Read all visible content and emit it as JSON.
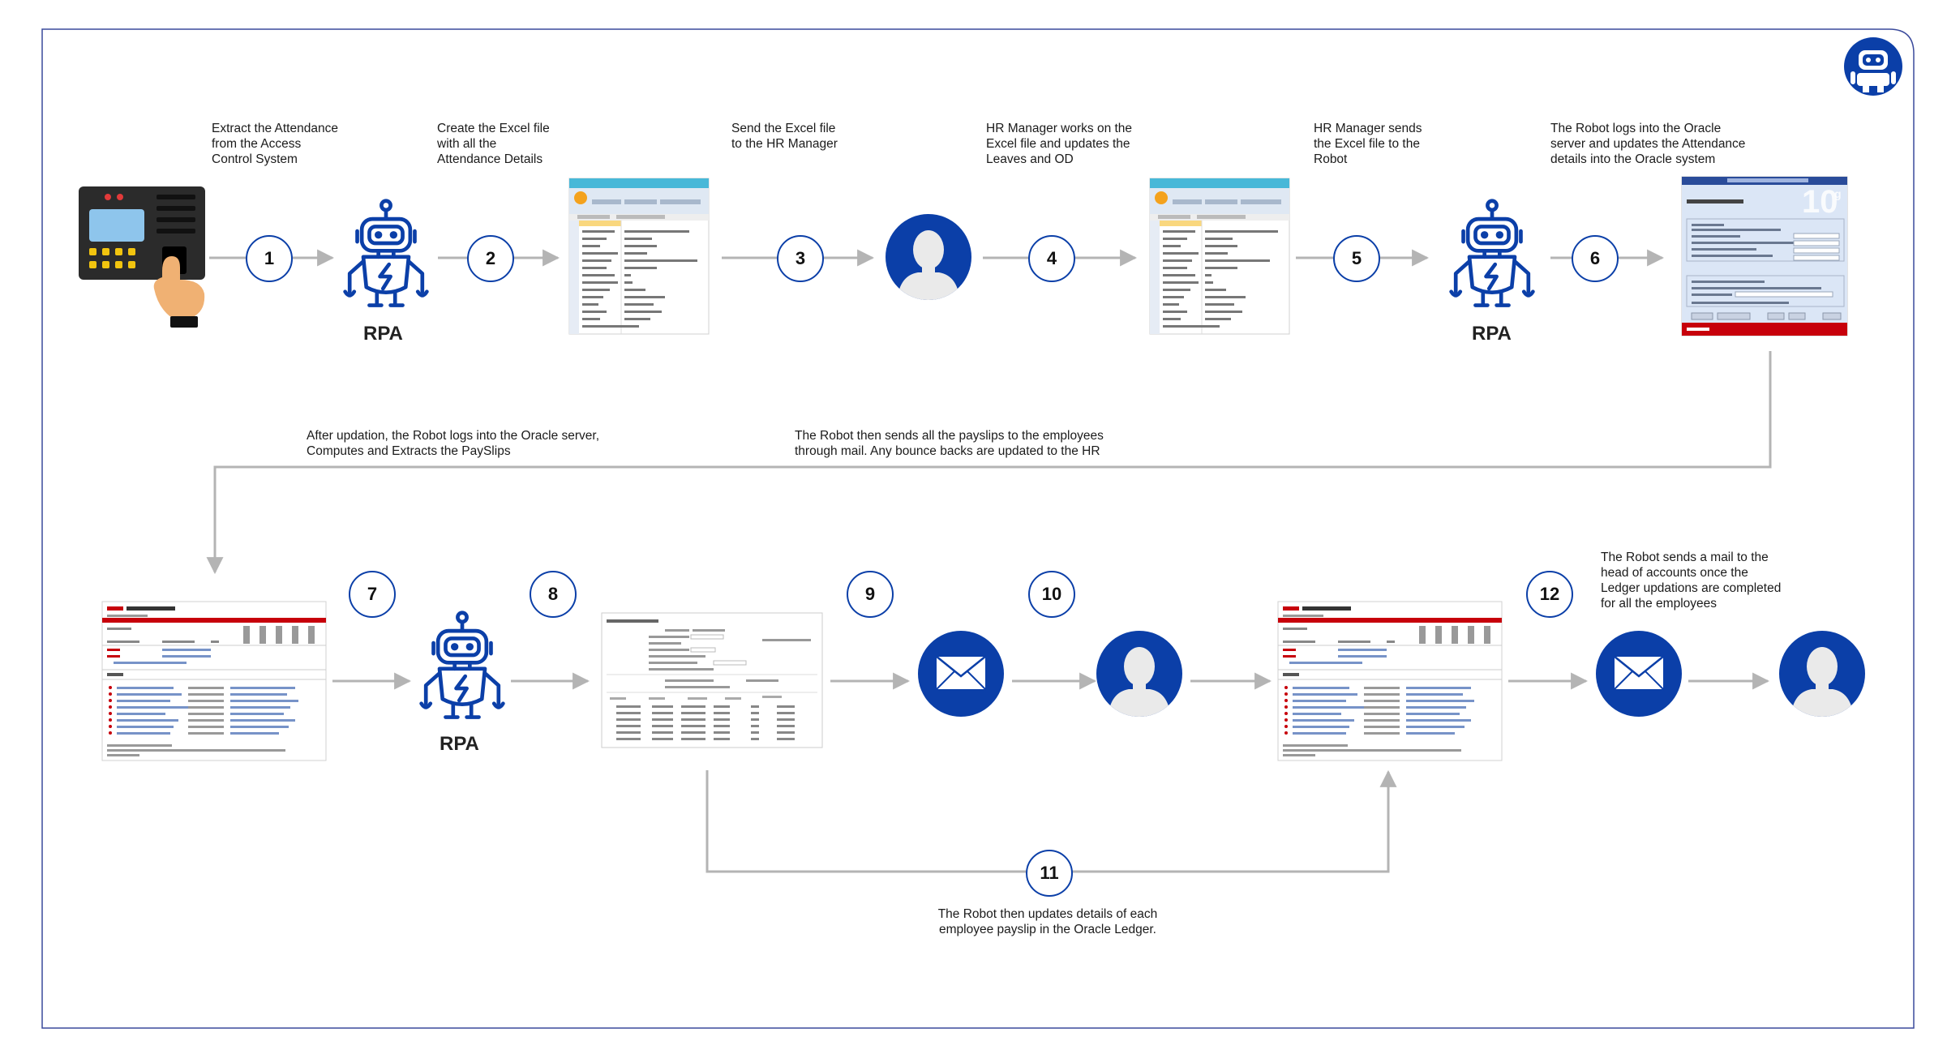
{
  "colors": {
    "accent": "#0b3fa8",
    "arrow": "#b4b4b4",
    "frame": "#3a4a9c",
    "oracle_red": "#c7000b"
  },
  "rpa_label": "RPA",
  "captions": {
    "s1": "Extract the Attendance\nfrom the Access\nControl System",
    "s2": "Create the Excel file\nwith all the\nAttendance Details",
    "s3": "Send the Excel file\nto the HR Manager",
    "s4": "HR Manager works on the\nExcel file and updates the\nLeaves and OD",
    "s5": "HR Manager sends\nthe Excel file to the\nRobot",
    "s6": "The Robot logs into the  Oracle\nserver and updates the Attendance\ndetails into the Oracle system",
    "s7": "After updation,  the Robot logs into the  Oracle server,\nComputes and Extracts the PaySlips",
    "s8": "The Robot then sends all the payslips to the  employees\nthrough mail. Any bounce backs are updated to the HR",
    "s11": "The Robot then updates details of each\nemployee payslip in the Oracle Ledger.",
    "s12": "The Robot sends a mail to the\nhead of accounts once the\nLedger updations are completed\nfor all the employees"
  },
  "steps": [
    "1",
    "2",
    "3",
    "4",
    "5",
    "6",
    "7",
    "8",
    "9",
    "10",
    "11",
    "12"
  ],
  "icons": {
    "corner": "robot-badge-icon",
    "access": "access-control-device-icon",
    "robot": "rpa-robot-icon",
    "user": "user-avatar-icon",
    "mail": "envelope-icon",
    "excel": "excel-screenshot",
    "oracle_admin": "oracle-admin-settings-screenshot",
    "oracle_em": "oracle-enterprise-manager-screenshot",
    "payslip": "payslip-template-screenshot"
  }
}
